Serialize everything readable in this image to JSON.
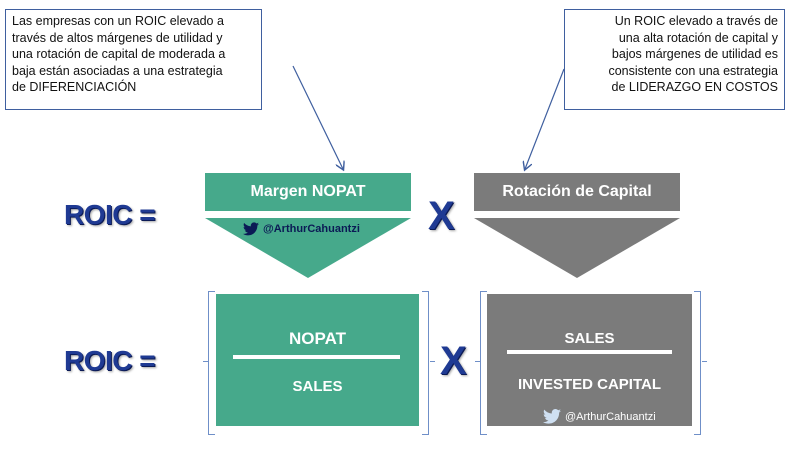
{
  "callouts": {
    "left_lines": [
      "Las empresas con un ROIC  elevado a",
      "través de altos márgenes de utilidad  y",
      "una rotación de capital  de moderada a",
      "baja están asociadas a una estrategia",
      "de  DIFERENCIACIÓN"
    ],
    "right_lines": [
      "Un ROIC elevado a través de",
      "una alta rotación de capital y",
      "bajos márgenes de utilidad  es",
      "consistente con una estrategia",
      "de LIDERAZGO EN COSTOS"
    ]
  },
  "formula_top": {
    "roic_label": "ROIC =",
    "multiply": "X",
    "left_header": "Margen NOPAT",
    "right_header": "Rotación de Capital",
    "handle": "@ArthurCahuantzi"
  },
  "formula_bottom": {
    "roic_label": "ROIC =",
    "multiply": "X",
    "left_numerator": "NOPAT",
    "left_denominator": "SALES",
    "right_numerator": "SALES",
    "right_denominator": "INVESTED CAPITAL",
    "handle": "@ArthurCahuantzi"
  },
  "colors": {
    "green": "#46a98b",
    "gray": "#7b7b7b",
    "navy": "#1f3a93",
    "callout_border": "#3f5f9f"
  },
  "icons": [
    "twitter-bird-icon",
    "arrow-icon"
  ]
}
